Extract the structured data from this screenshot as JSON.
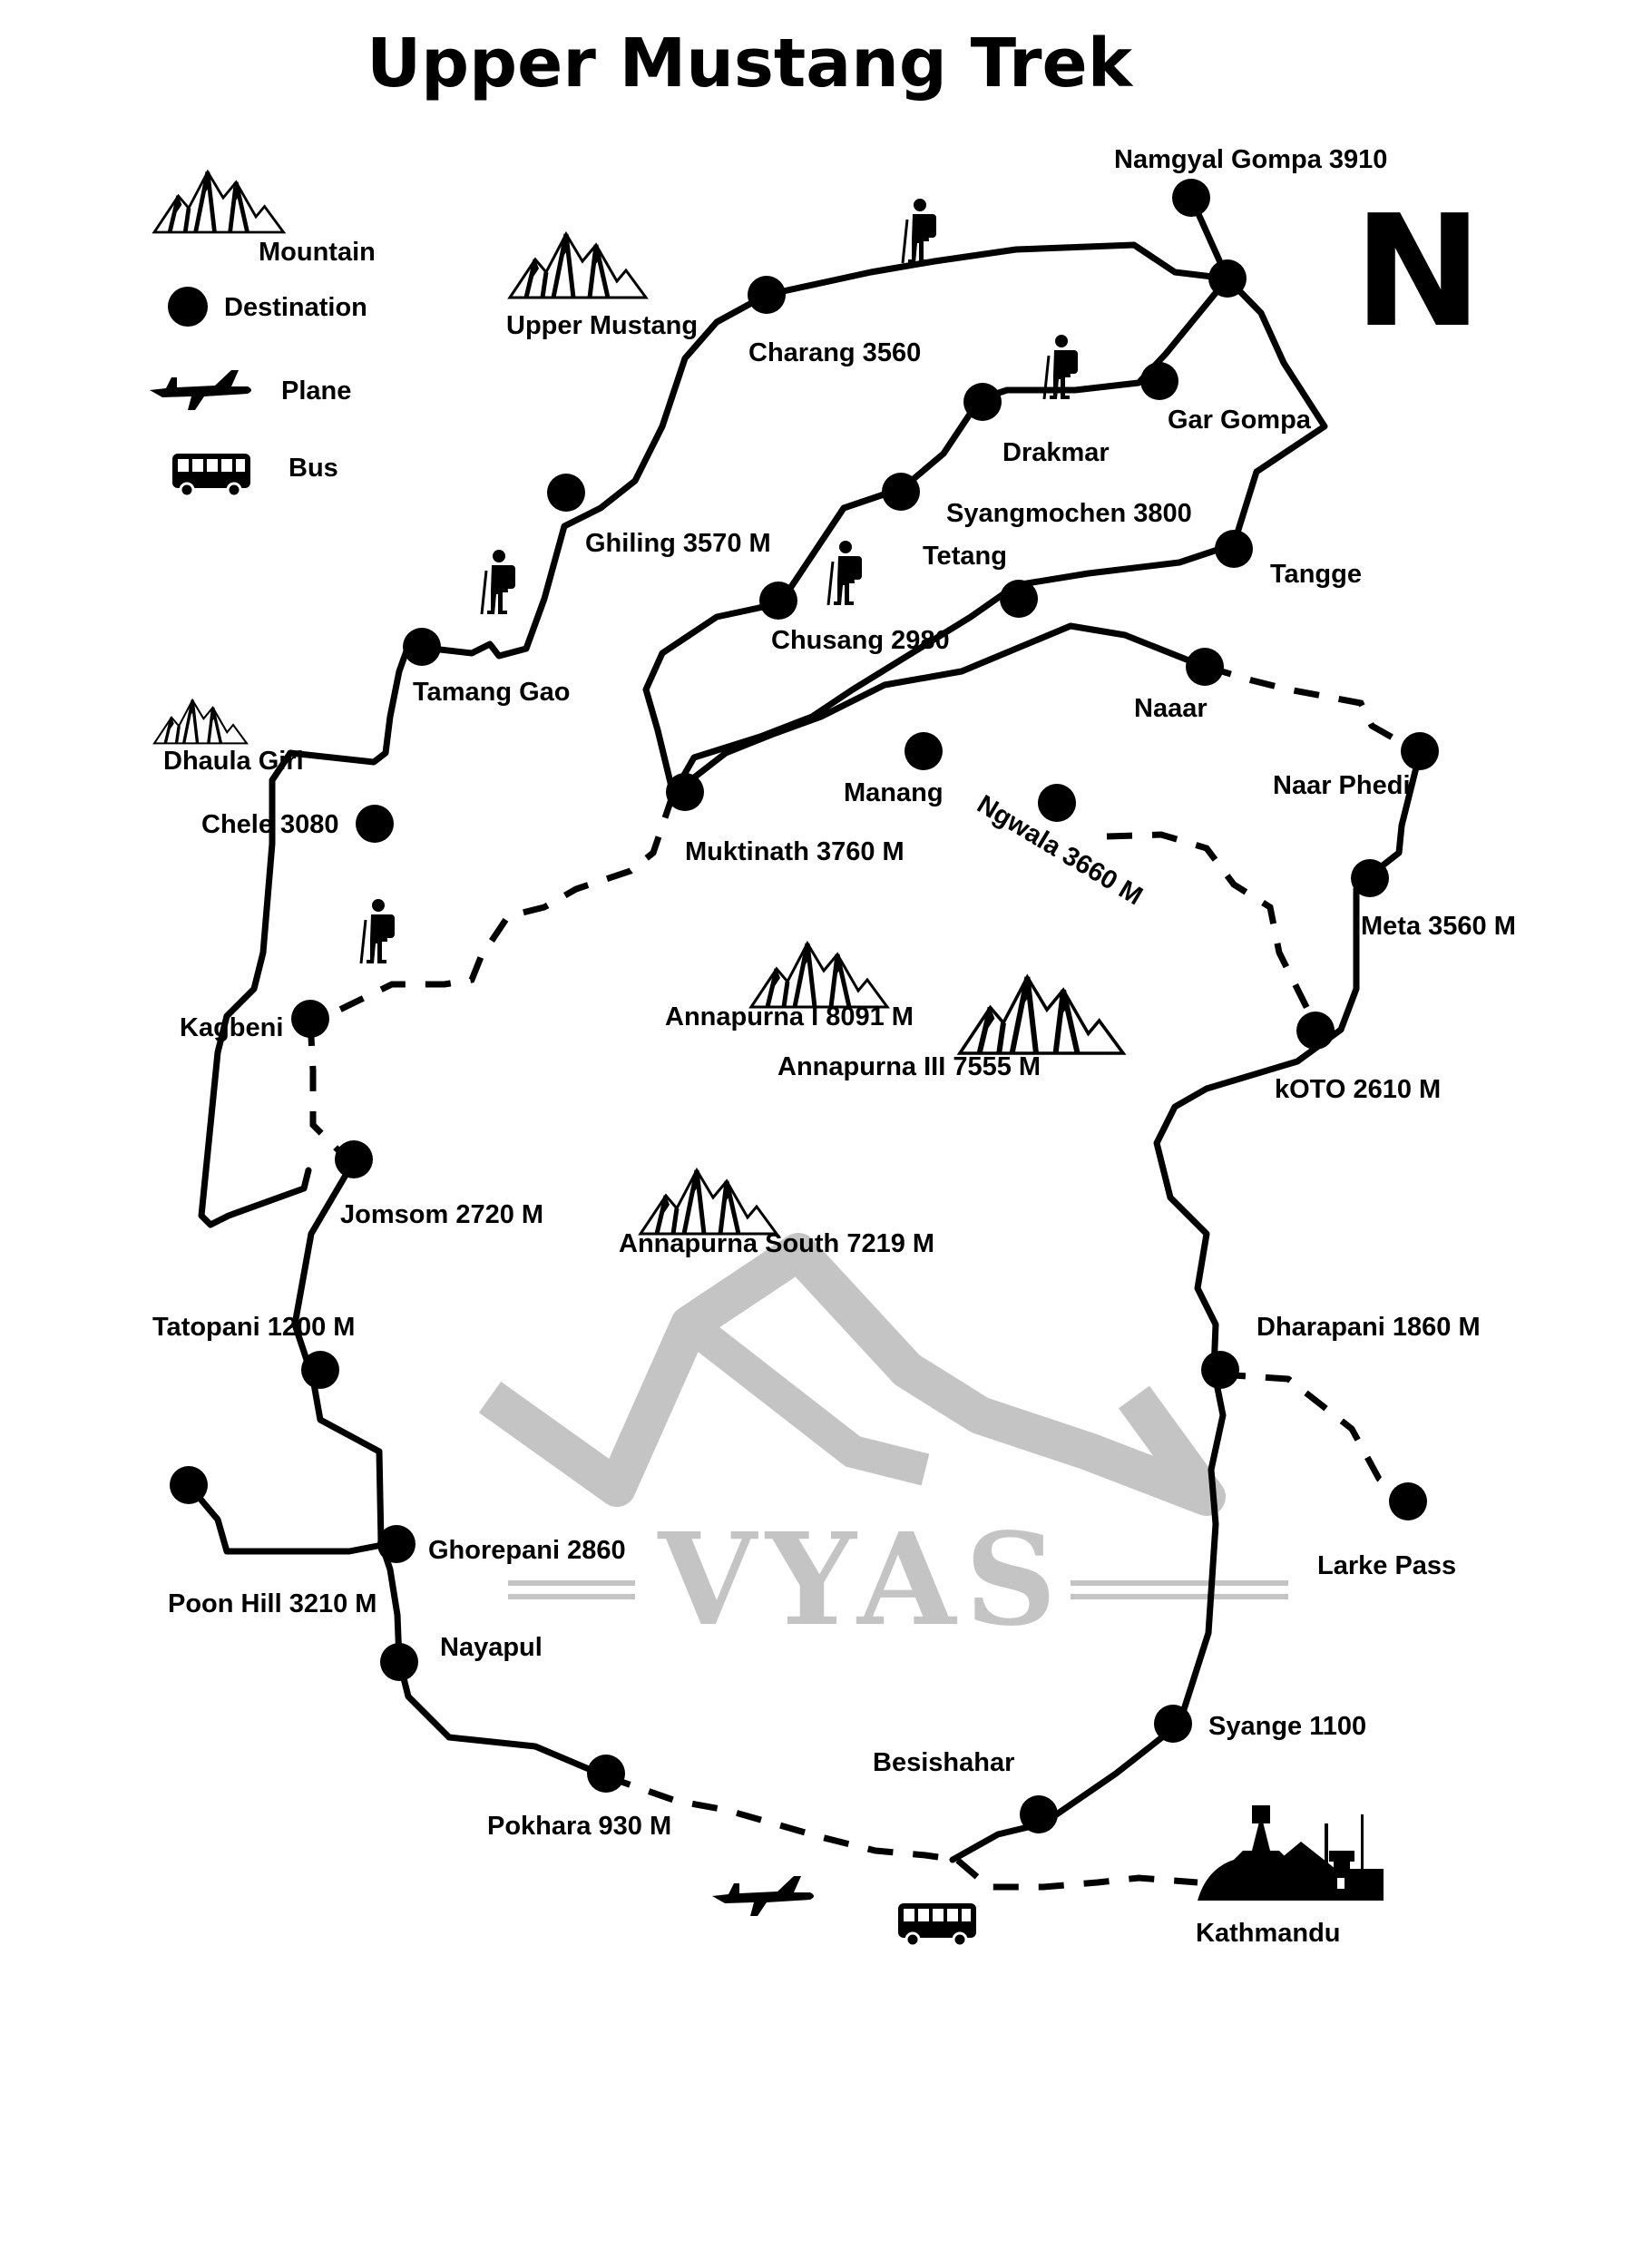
{
  "title": "Upper Mustang Trek",
  "north_label": "N",
  "watermark": "VYAS",
  "legend": {
    "mountain": "Mountain",
    "destination": "Destination",
    "plane": "Plane",
    "bus": "Bus"
  },
  "regions": {
    "upper_mustang": "Upper Mustang",
    "dhaula_giri": "Dhaula Giri",
    "annapurna_1": "Annapurna I 8091 M",
    "annapurna_3": "Annapurna III 7555 M",
    "annapurna_south": "Annapurna South 7219 M"
  },
  "places": {
    "namgyal_gompa": "Namgyal Gompa 3910",
    "charang": "Charang 3560",
    "gar_gompa": "Gar Gompa",
    "drakmar": "Drakmar",
    "syangmochen": "Syangmochen 3800",
    "tetang": "Tetang",
    "tangge": "Tangge",
    "ghiling": "Ghiling 3570 M",
    "chusang": "Chusang 2980",
    "tamang_gao": "Tamang Gao",
    "naaar": "Naaar",
    "naar_phedi": "Naar Phedi",
    "manang": "Manang",
    "muktinath": "Muktinath 3760 M",
    "ngwala": "Ngwala 3660 M",
    "chele": "Chele 3080",
    "meta": "Meta 3560 M",
    "kagbeni": "Kagbeni",
    "koto": "kOTO 2610 M",
    "jomsom": "Jomsom 2720 M",
    "tatopani": "Tatopani 1200 M",
    "dharapani": "Dharapani  1860 M",
    "larke_pass": "Larke Pass",
    "ghorepani": "Ghorepani  2860",
    "poon_hill": "Poon Hill 3210 M",
    "nayapul": "Nayapul",
    "syange": "Syange 1100",
    "besishahar": "Besishahar",
    "pokhara": "Pokhara 930 M",
    "kathmandu": "Kathmandu"
  },
  "colors": {
    "ink": "#000000",
    "watermark": "#c4c4c4"
  }
}
